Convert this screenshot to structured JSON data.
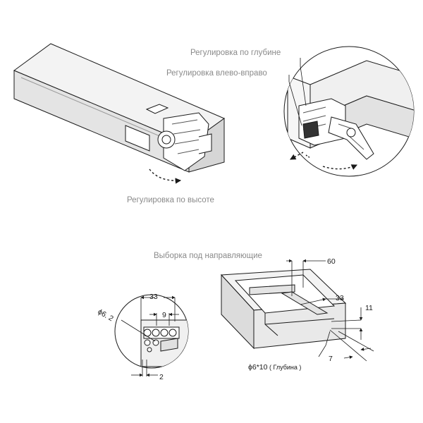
{
  "labels": {
    "depth_adjust": "Регулировка по глубине",
    "lateral_adjust": "Регулировка влево-вправо",
    "height_adjust": "Регулировка по высоте",
    "runner_notch": "Выборка под направляющие"
  },
  "dimensions": {
    "d60": "60",
    "d33_right": "33",
    "d11": "11",
    "d7": "7",
    "hole_spec": "ϕ6*10",
    "hole_note": "( Глубина )",
    "d33_left": "33",
    "d9": "9",
    "phi62": "ϕ6. 2",
    "d2": "2"
  },
  "colors": {
    "line": "#1a1a1a",
    "label_text": "#8a8a8a",
    "panel_light": "#f3f3f3",
    "panel_mid": "#e4e4e4",
    "panel_dark": "#d6d6d6"
  }
}
